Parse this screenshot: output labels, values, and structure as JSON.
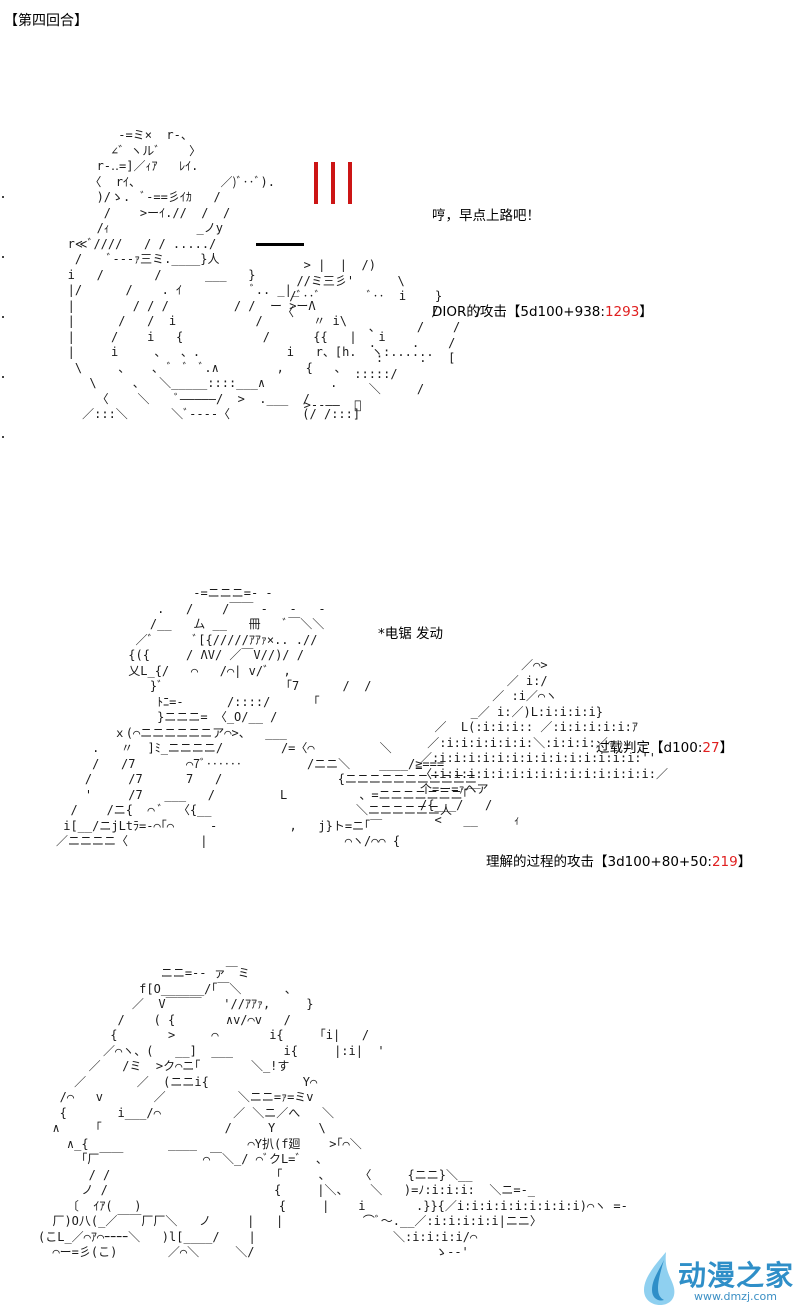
{
  "title": "【第四回合】",
  "panel1": {
    "art": "          -=ミ×  r‐、\n         ∠゛ヽルﾞ    〉\n       r‐‥=]／ｨｱ   ﾚｲ.\n      〈  rｲ、           ／)ﾞ‥ﾞ).\n       )/ゝ.  ﾞ-==彡ｲｶ   /\n        /    >ーｲ.//  /  /\n       /ｨ            _ノy\n   r≪ﾞ////   / / ...../\n    /    ﾞ‐‐-ｧ三ミ.____}人\n   i   /       /      ___   }\n   |/      /    . ｲ          ﾞ.. _|_\n   |        / / /         / /  ー >ーΛ\n   |      /   /  i           /       〃 i\\\n   |     /    i   {           /      {{   |   i\n   |     i     、  、.            i   r、[h.  ヽ:......\n    \\     、   、 ﾞ  ﾞ  ﾞ.∧        ,   {   、\n      \\     、  ＼_____::::___∧         .\n       〈    ＼    ﾞ―――――/  >  .___  /\n     ／:::＼      ＼ﾞ-‐‐‐〈          (/ /:::]",
    "art2": "   > |  |  /)\n  //ミ三彡'      \\\n /ﾞ‥ﾞ       ﾞ‥  i    }\n〈                   /     /\n            、     /    /\n            .     .    /\n             :     .   [\n          :::::/\n            ＼     /\n   >--――  ﾞ",
    "bars": [
      "|",
      "|",
      "|"
    ],
    "dialogue": "哼，早点上路吧！",
    "attack_label": "DIOR的攻击【5d100+938:",
    "attack_value": "1293",
    "attack_end": "】"
  },
  "panel2": {
    "art": "                   -=ニニニ=- -\n              .   /    /￣￣ -   -   -\n             /__   ム __   冊   ﾞ￣＼＼\n           ／ﾞ      ﾞ[{/////ｱｱｧ×.. .//\n          {({     / ΛV/ ／￣V//)/ /\n          乂L_{/   ⌒   /⌒| v/ﾞ  ,\n             }ﾞ                 ｢7      /  /\n              ﾄﾆ=-      /::::/      ｢\n              }ニニニ= 〈_O/__ /\n        ｘ(⌒ニニニニニニア⌒>、  ___\n     .   〃  ]ﾐ_ニニニニ/        /=〈⌒         ＼\n     /   /7       ⌒7ﾞ‥‥‥         /ニニ＼    ____/≧===\n    /     /7      7   /                {ニニニニニニニニニニニ\n    '     /7   ___   /         L          、=ニニニニニニニ｢￣\n  /    /ニ{  ⌒ ﾞ  〈{__                    ＼ニニニニニニ人\n i[__/ニjLtﾗ=-⌒｢⌒     -          ,   j}ト=ニ｢￣\n／ニニニニ〈          |                   ⌒ヽ/⌒⌒ {",
    "art2": "              ／⌒>\n            ／ i:/\n          ／ :i／⌒ヽ\n       _／ i:／)L:i:i:i:i}\n  ／  L(:i:i:i:: ／:i:i:i:i:i:ｱ\n ／:i:i:i:i:i:i:＼:i:i:i:／⌒\n／:i:i:i:i:i:i:i:i:i:i:i:i:i:i:''\n〈:i:i:i:i:i:i:i:i:i:i:i:i:i:i:i:／\n个=ー=ｧヘア\n/{___/   /\n  <   __     ｨ",
    "skill": "*电锯 发动",
    "check_label": "过载判定【d100:",
    "check_value": "27",
    "check_end": "】",
    "attack_label": "理解的过程的攻击【3d100+80+50:",
    "attack_value": "219",
    "attack_end": "】"
  },
  "panel3": {
    "art": "                 ニニ=-‐ ァ￣ミ\n              f[O______/｢￣＼      、\n             ／  V￣￣￣   '//ｱｱｧ,     }\n           /    ( {       ∧v/⌒v   /\n          {       >     ⌒       i{     ｢i|   /\n         ／⌒ヽ、(   __]  ___       i{     |:i|  '\n       ／   /ミ  >ク⌒ニ｢       ＼_!す\n     ／       ／  (ニニi{             Y⌒\n   /⌒   v       ／          ＼ニニ=ｧ=ミv\n   {       i___/⌒          ／ ＼ニ／へ   ＼\n  ∧     ｢                 /     Y      \\\n    ∧_{           ____       ⌒Y扒(f廻    >｢⌒＼\n      ｢厂￣￣           ⌒￣＼_/ ⌒ﾞクL=ﾞ  、\n       / /                       ｢     、    〈     {ニニ}＼__\n      ノ /                       {     |＼、   ＼   )=ﾉ:i:i:i:  ＼ニ=-_\n    〔  ｲｱ(   )                   {     |    i       .}}{／i:i:i:i:i:i:i:i:i)⌒ヽ =-\n  厂)O八(_／￣￣厂厂＼   ノ     |   |           ⌒ﾞ〜.__／:i:i:i:i:i|ニニ〉\n(こL_／⌒ｱ⌒ｰｰｰｰ＼   )l[____/    |                   ＼:i:i:i:i/⌒\n  ⌒ー=彡(こ)       ／⌒＼     ＼/                         ゝ‐‐'"
  },
  "logo": {
    "name": "动漫之家",
    "url": "www.dmzj.com",
    "colors": {
      "primary": "#2f8fc8",
      "light": "#8fd0f0"
    }
  }
}
